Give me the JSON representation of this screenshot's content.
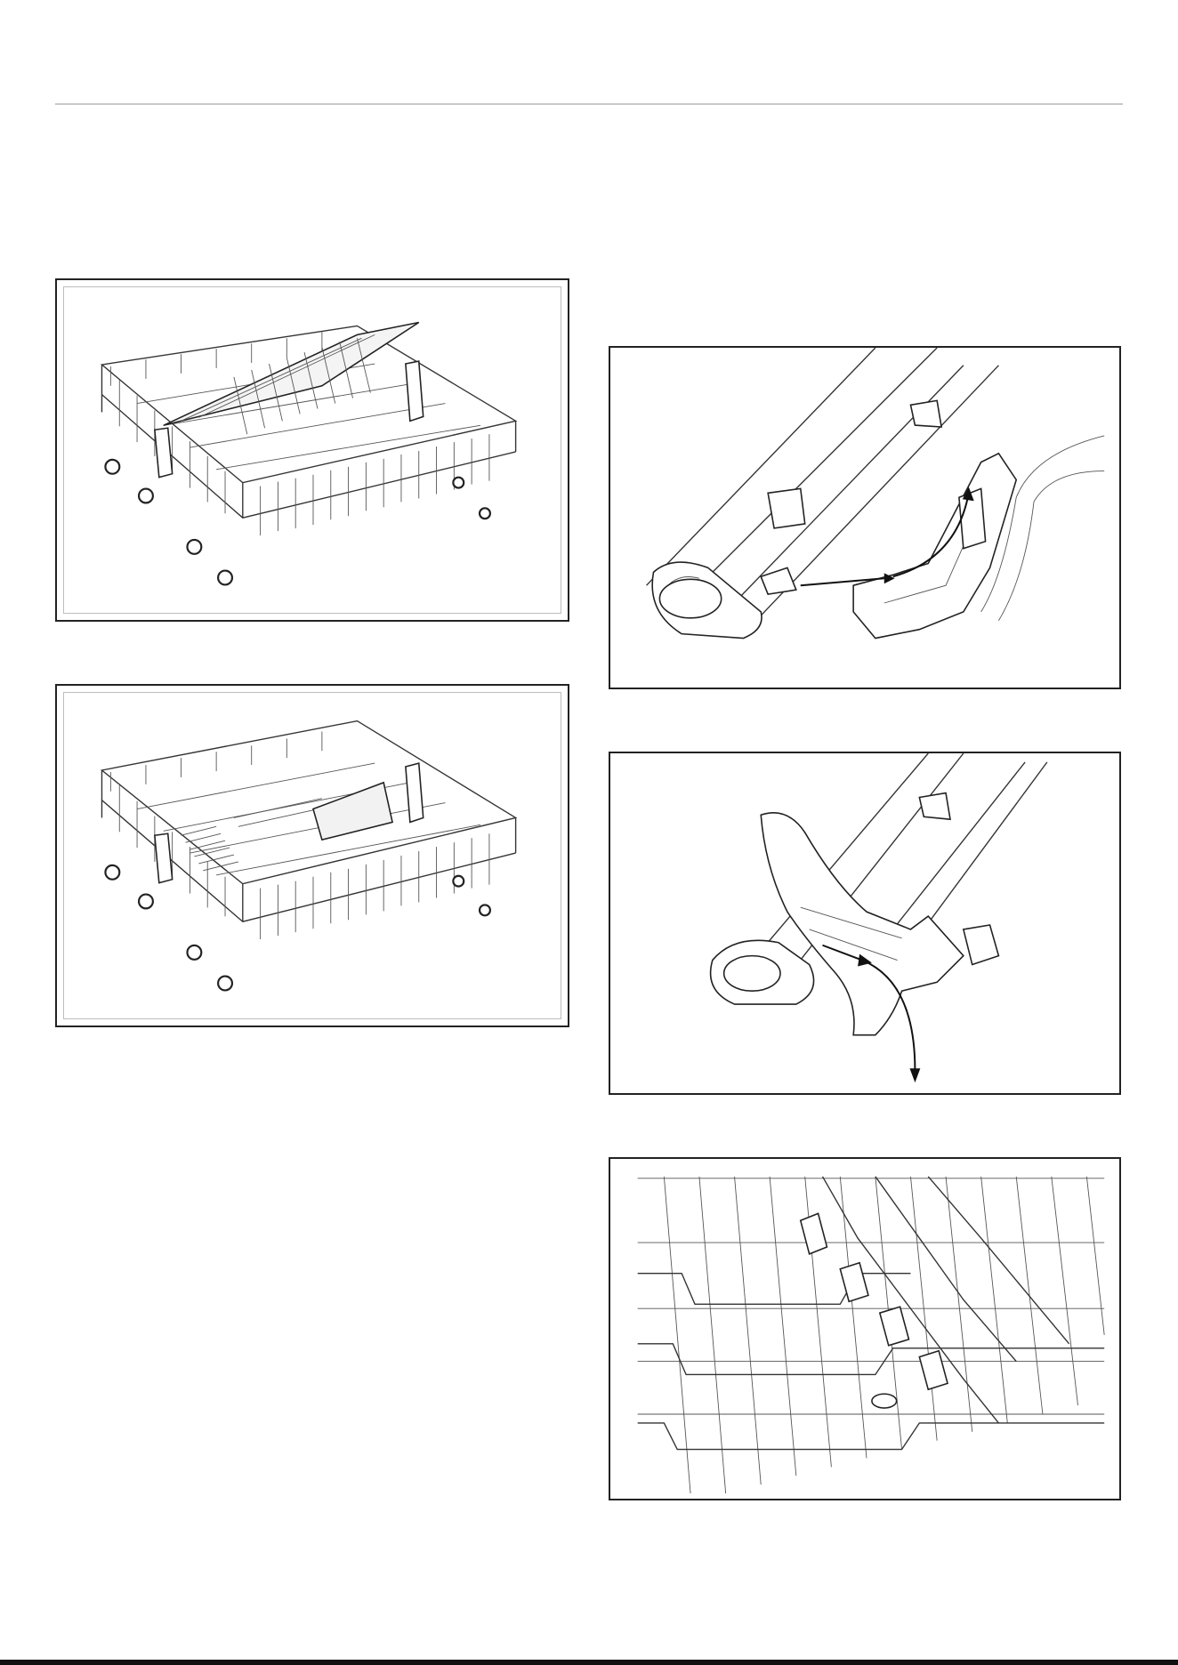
{
  "page": {
    "header_rule": "divider",
    "figures": [
      {
        "id": "fig-upper-basket-folded",
        "icon": "dishwasher-basket-with-folded-tine-rack"
      },
      {
        "id": "fig-upper-basket-flat",
        "icon": "dishwasher-basket-with-tine-rack-down"
      },
      {
        "id": "fig-clip-attach",
        "icon": "rack-clip-attach-arrow-illustration"
      },
      {
        "id": "fig-clip-release",
        "icon": "rack-clip-release-arrow-illustration"
      },
      {
        "id": "fig-clips-installed",
        "icon": "rack-clips-installed-closeup"
      }
    ]
  },
  "colors": {
    "line": "#333333",
    "frame": "#222222",
    "rule": "#c8c8c8"
  }
}
